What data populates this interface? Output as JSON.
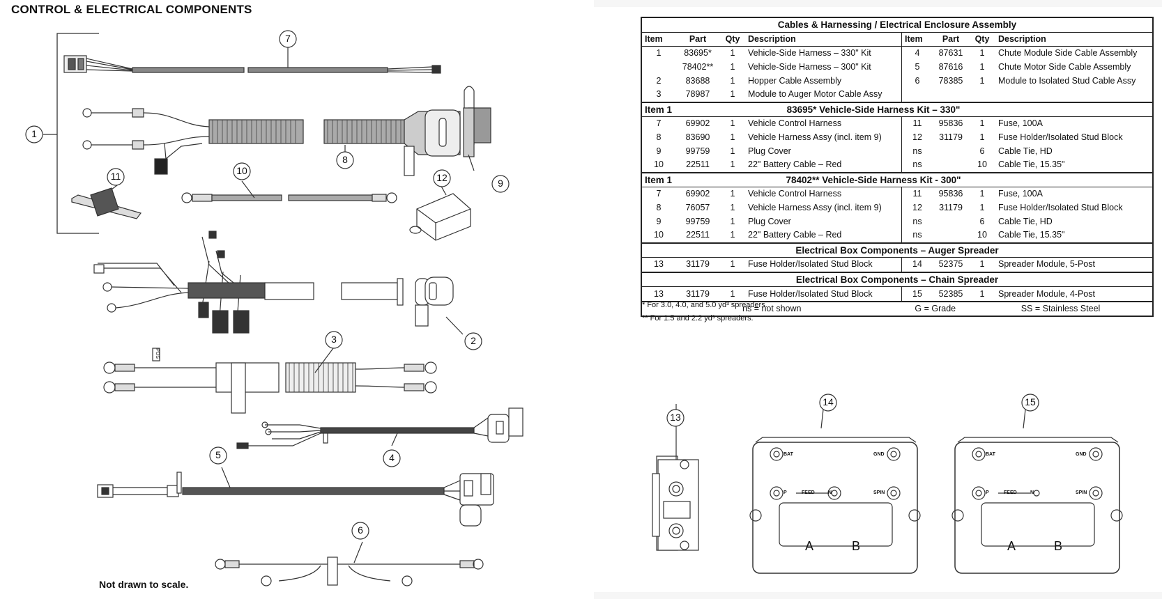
{
  "page_title": "CONTROL & ELECTRICAL COMPONENTS",
  "scale_note": "Not drawn to scale.",
  "table": {
    "title": "Cables & Harnessing / Electrical Enclosure Assembly",
    "headers": [
      "Item",
      "Part",
      "Qty",
      "Description",
      "Item",
      "Part",
      "Qty",
      "Description"
    ],
    "main_rows": [
      [
        "1",
        "83695*",
        "1",
        "Vehicle-Side Harness – 330\" Kit",
        "4",
        "87631",
        "1",
        "Chute Module Side Cable Assembly"
      ],
      [
        "",
        "78402**",
        "1",
        "Vehicle-Side Harness  – 300\" Kit",
        "5",
        "87616",
        "1",
        "Chute Motor Side Cable Assembly"
      ],
      [
        "2",
        "83688",
        "1",
        "Hopper Cable Assembly",
        "6",
        "78385",
        "1",
        "Module to Isolated Stud Cable Assy"
      ],
      [
        "3",
        "78987",
        "1",
        "Module to Auger Motor Cable Assy",
        "",
        "",
        "",
        ""
      ]
    ],
    "kit330": {
      "lead": "Item 1",
      "title": "83695*  Vehicle-Side Harness Kit – 330\"",
      "rows": [
        [
          "7",
          "69902",
          "1",
          "Vehicle Control Harness",
          "11",
          "95836",
          "1",
          "Fuse, 100A"
        ],
        [
          "8",
          "83690",
          "1",
          "Vehicle Harness Assy (incl. item 9)",
          "12",
          "31179",
          "1",
          "Fuse Holder/Isolated Stud Block"
        ],
        [
          "9",
          "99759",
          "1",
          "Plug Cover",
          "ns",
          "",
          "6",
          "Cable Tie, HD"
        ],
        [
          "10",
          "22511",
          "1",
          "22\" Battery Cable – Red",
          "ns",
          "",
          "10",
          "Cable Tie, 15.35\""
        ]
      ]
    },
    "kit300": {
      "lead": "Item 1",
      "title": "78402**  Vehicle-Side Harness Kit - 300\"",
      "rows": [
        [
          "7",
          "69902",
          "1",
          "Vehicle Control Harness",
          "11",
          "95836",
          "1",
          "Fuse, 100A"
        ],
        [
          "8",
          "76057",
          "1",
          "Vehicle Harness Assy (incl. item 9)",
          "12",
          "31179",
          "1",
          "Fuse Holder/Isolated Stud Block"
        ],
        [
          "9",
          "99759",
          "1",
          "Plug Cover",
          "ns",
          "",
          "6",
          "Cable Tie, HD"
        ],
        [
          "10",
          "22511",
          "1",
          "22\" Battery Cable – Red",
          "ns",
          "",
          "10",
          "Cable Tie, 15.35\""
        ]
      ]
    },
    "auger": {
      "title": "Electrical Box Components – Auger Spreader",
      "rows": [
        [
          "13",
          "31179",
          "1",
          "Fuse Holder/Isolated Stud Block",
          "14",
          "52375",
          "1",
          "Spreader Module, 5-Post"
        ]
      ]
    },
    "chain": {
      "title": "Electrical Box Components – Chain Spreader",
      "rows": [
        [
          "13",
          "31179",
          "1",
          "Fuse Holder/Isolated Stud Block",
          "15",
          "52385",
          "1",
          "Spreader Module, 4-Post"
        ]
      ]
    },
    "legend": [
      "ns = not shown",
      "G = Grade",
      "SS = Stainless Steel"
    ]
  },
  "footnotes": [
    "*  For 3.0, 4.0, and 5.0 yd³ spreaders.",
    "** For 1.5 and 2.2 yd³ spreaders."
  ],
  "callouts": [
    "1",
    "2",
    "3",
    "4",
    "5",
    "6",
    "7",
    "8",
    "9",
    "10",
    "11",
    "12",
    "13",
    "14",
    "15"
  ],
  "module_labels": {
    "bat": "BAT",
    "gnd": "GND",
    "p": "P",
    "feed": "FEED",
    "n": "N",
    "spin": "SPIN",
    "a": "A",
    "b": "B"
  },
  "wire_tag": "POS"
}
